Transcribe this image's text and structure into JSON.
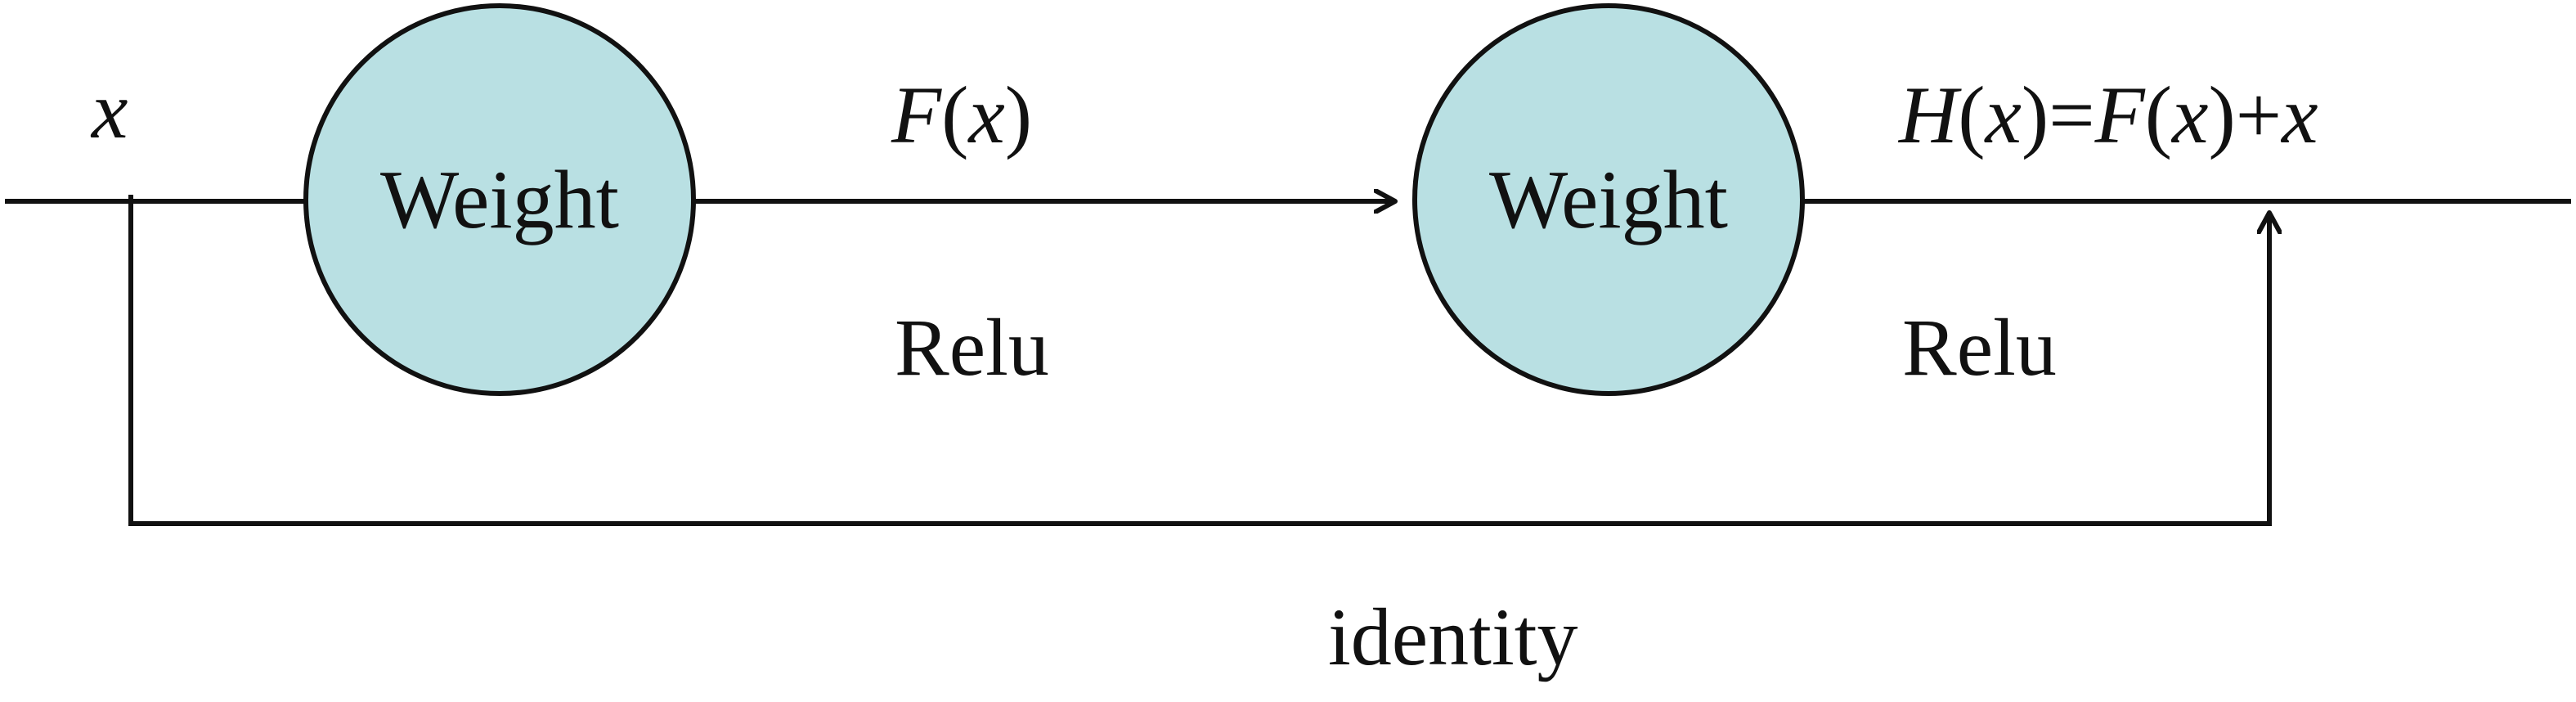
{
  "colors": {
    "stroke": "#111111",
    "node_fill": "#b9e0e3"
  },
  "nodes": [
    {
      "label": "Weight"
    },
    {
      "label": "Weight"
    }
  ],
  "labels": {
    "input": "x",
    "fx": {
      "f": "F",
      "open": "(",
      "x": "x",
      "close": ")"
    },
    "hx": {
      "h": "H",
      "open1": "(",
      "x1": "x",
      "close1": ")",
      "eq": "=",
      "f": "F",
      "open2": "(",
      "x2": "x",
      "close2": ")",
      "plus": "+",
      "x3": "x"
    },
    "relu_1": "Relu",
    "relu_2": "Relu",
    "identity": "identity"
  }
}
